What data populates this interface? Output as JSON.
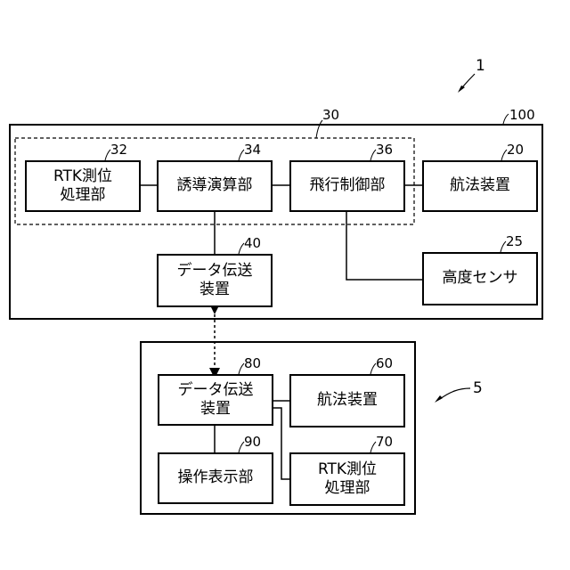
{
  "figure": {
    "figure_ref": "1",
    "aircraft": {
      "ref": "100",
      "group_ref": "30",
      "blocks": {
        "rtk": {
          "ref": "32",
          "label": "RTK測位\n処理部"
        },
        "guidance": {
          "ref": "34",
          "label": "誘導演算部"
        },
        "flight_control": {
          "ref": "36",
          "label": "飛行制御部"
        },
        "navigation": {
          "ref": "20",
          "label": "航法装置"
        },
        "data_transmission": {
          "ref": "40",
          "label": "データ伝送\n装置"
        },
        "altitude_sensor": {
          "ref": "25",
          "label": "高度センサ"
        }
      }
    },
    "ground": {
      "ref": "5",
      "blocks": {
        "data_transmission": {
          "ref": "80",
          "label": "データ伝送\n装置"
        },
        "navigation": {
          "ref": "60",
          "label": "航法装置"
        },
        "operation_display": {
          "ref": "90",
          "label": "操作表示部"
        },
        "rtk": {
          "ref": "70",
          "label": "RTK測位\n処理部"
        }
      }
    }
  }
}
